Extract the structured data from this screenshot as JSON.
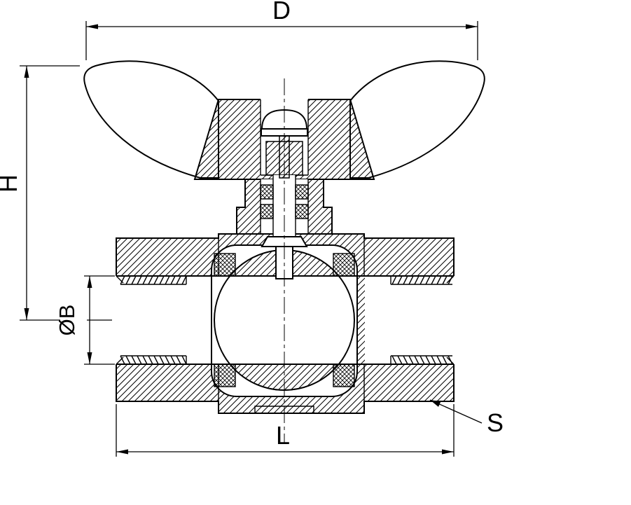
{
  "page": {
    "background": "#ffffff"
  },
  "drawing": {
    "line_color": "#000000",
    "hatch_color": "#000000"
  },
  "labels": {
    "width": "D",
    "height": "H",
    "bore": "ØB",
    "length": "L",
    "wrench": "S"
  }
}
